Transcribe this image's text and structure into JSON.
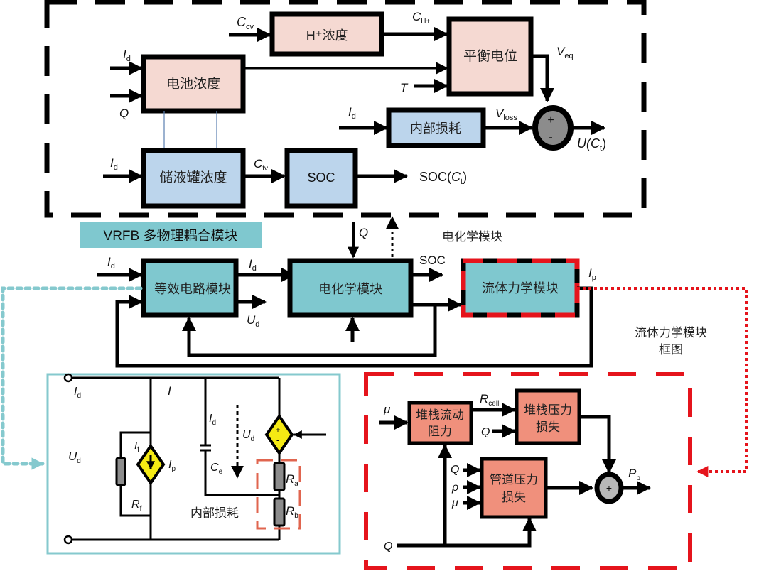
{
  "colors": {
    "pink_block": "#f5d9d2",
    "blue_block": "#bcd5ec",
    "teal_block": "#7fc8cf",
    "salmon_block": "#f0907c",
    "red_dash": "#e5141c",
    "teal_outline": "#85c9ce",
    "yellow_source": "#f5ea14",
    "sum_grey": "#8c8c8c",
    "loss_label": "#e0654f"
  },
  "electrochem_panel": {
    "blocks": {
      "h_conc": "H⁺浓度",
      "eq_potential": "平衡电位",
      "cell_conc": "电池浓度",
      "internal_loss": "内部损耗",
      "tank_conc": "储液罐浓度",
      "soc": "SOC"
    },
    "signals": {
      "c_cv": {
        "main": "C",
        "sub": "cv"
      },
      "c_h": {
        "main": "C",
        "sub": "H+"
      },
      "v_eq": {
        "main": "V",
        "sub": "eq"
      },
      "t": "T",
      "i_d_cell": {
        "main": "I",
        "sub": "d"
      },
      "q_cell": "Q",
      "i_d_loss": {
        "main": "I",
        "sub": "d"
      },
      "v_loss": {
        "main": "V",
        "sub": "loss"
      },
      "u_ct": "U(Ct)",
      "u_ct_parts": {
        "a": "U(",
        "b": "C",
        "c": "t",
        "d": ")"
      },
      "i_d_tank": {
        "main": "I",
        "sub": "d"
      },
      "c_tv": {
        "main": "C",
        "sub": "tv"
      },
      "soc_ct_parts": {
        "a": "SOC(",
        "b": "C",
        "c": "t",
        "d": ")"
      }
    },
    "sum_signs": {
      "plus": "+",
      "minus": "-"
    }
  },
  "coupling": {
    "title": "VRFB 多物理耦合模块",
    "electrochem_caption": "电化学模块",
    "blocks": {
      "equiv_circuit": "等效电路模块",
      "electrochem": "电化学模块",
      "fluid": "流体力学模块"
    },
    "signals": {
      "i_d_in": {
        "main": "I",
        "sub": "d"
      },
      "i_d_mid": {
        "main": "I",
        "sub": "d"
      },
      "u_d": {
        "main": "U",
        "sub": "d"
      },
      "q": "Q",
      "soc": "SOC",
      "i_p": {
        "main": "I",
        "sub": "p"
      }
    },
    "fluid_caption_line1": "流体力学模块",
    "fluid_caption_line2": "框图"
  },
  "circuit_panel": {
    "labels": {
      "i_d_terminal": {
        "main": "I",
        "sub": "d"
      },
      "i": "I",
      "u_d_terminal": {
        "main": "U",
        "sub": "d"
      },
      "i_f": {
        "main": "I",
        "sub": "f"
      },
      "i_p": {
        "main": "I",
        "sub": "p"
      },
      "r_f": {
        "main": "R",
        "sub": "f"
      },
      "i_d_cap": {
        "main": "I",
        "sub": "d"
      },
      "c_e": {
        "main": "C",
        "sub": "e"
      },
      "u_d_drop": {
        "main": "U",
        "sub": "d"
      },
      "r_a": {
        "main": "R",
        "sub": "a"
      },
      "r_b": {
        "main": "R",
        "sub": "b"
      }
    },
    "internal_loss_label": "内部损耗",
    "source_signs": {
      "plus": "+",
      "minus": "-"
    }
  },
  "fluid_panel": {
    "blocks": {
      "stack_flow_res_l1": "堆栈流动",
      "stack_flow_res_l2": "阻力",
      "stack_pressure_l1": "堆栈压力",
      "stack_pressure_l2": "损失",
      "pipe_pressure_l1": "管道压力",
      "pipe_pressure_l2": "损失"
    },
    "signals": {
      "mu_top": "μ",
      "r_cell": {
        "main": "R",
        "sub": "cell"
      },
      "q_stack": "Q",
      "q_pipe": "Q",
      "rho": "ρ",
      "mu_pipe": "μ",
      "q_bottom": "Q",
      "p_p": {
        "main": "P",
        "sub": "p"
      }
    },
    "sum_sign": "+"
  }
}
